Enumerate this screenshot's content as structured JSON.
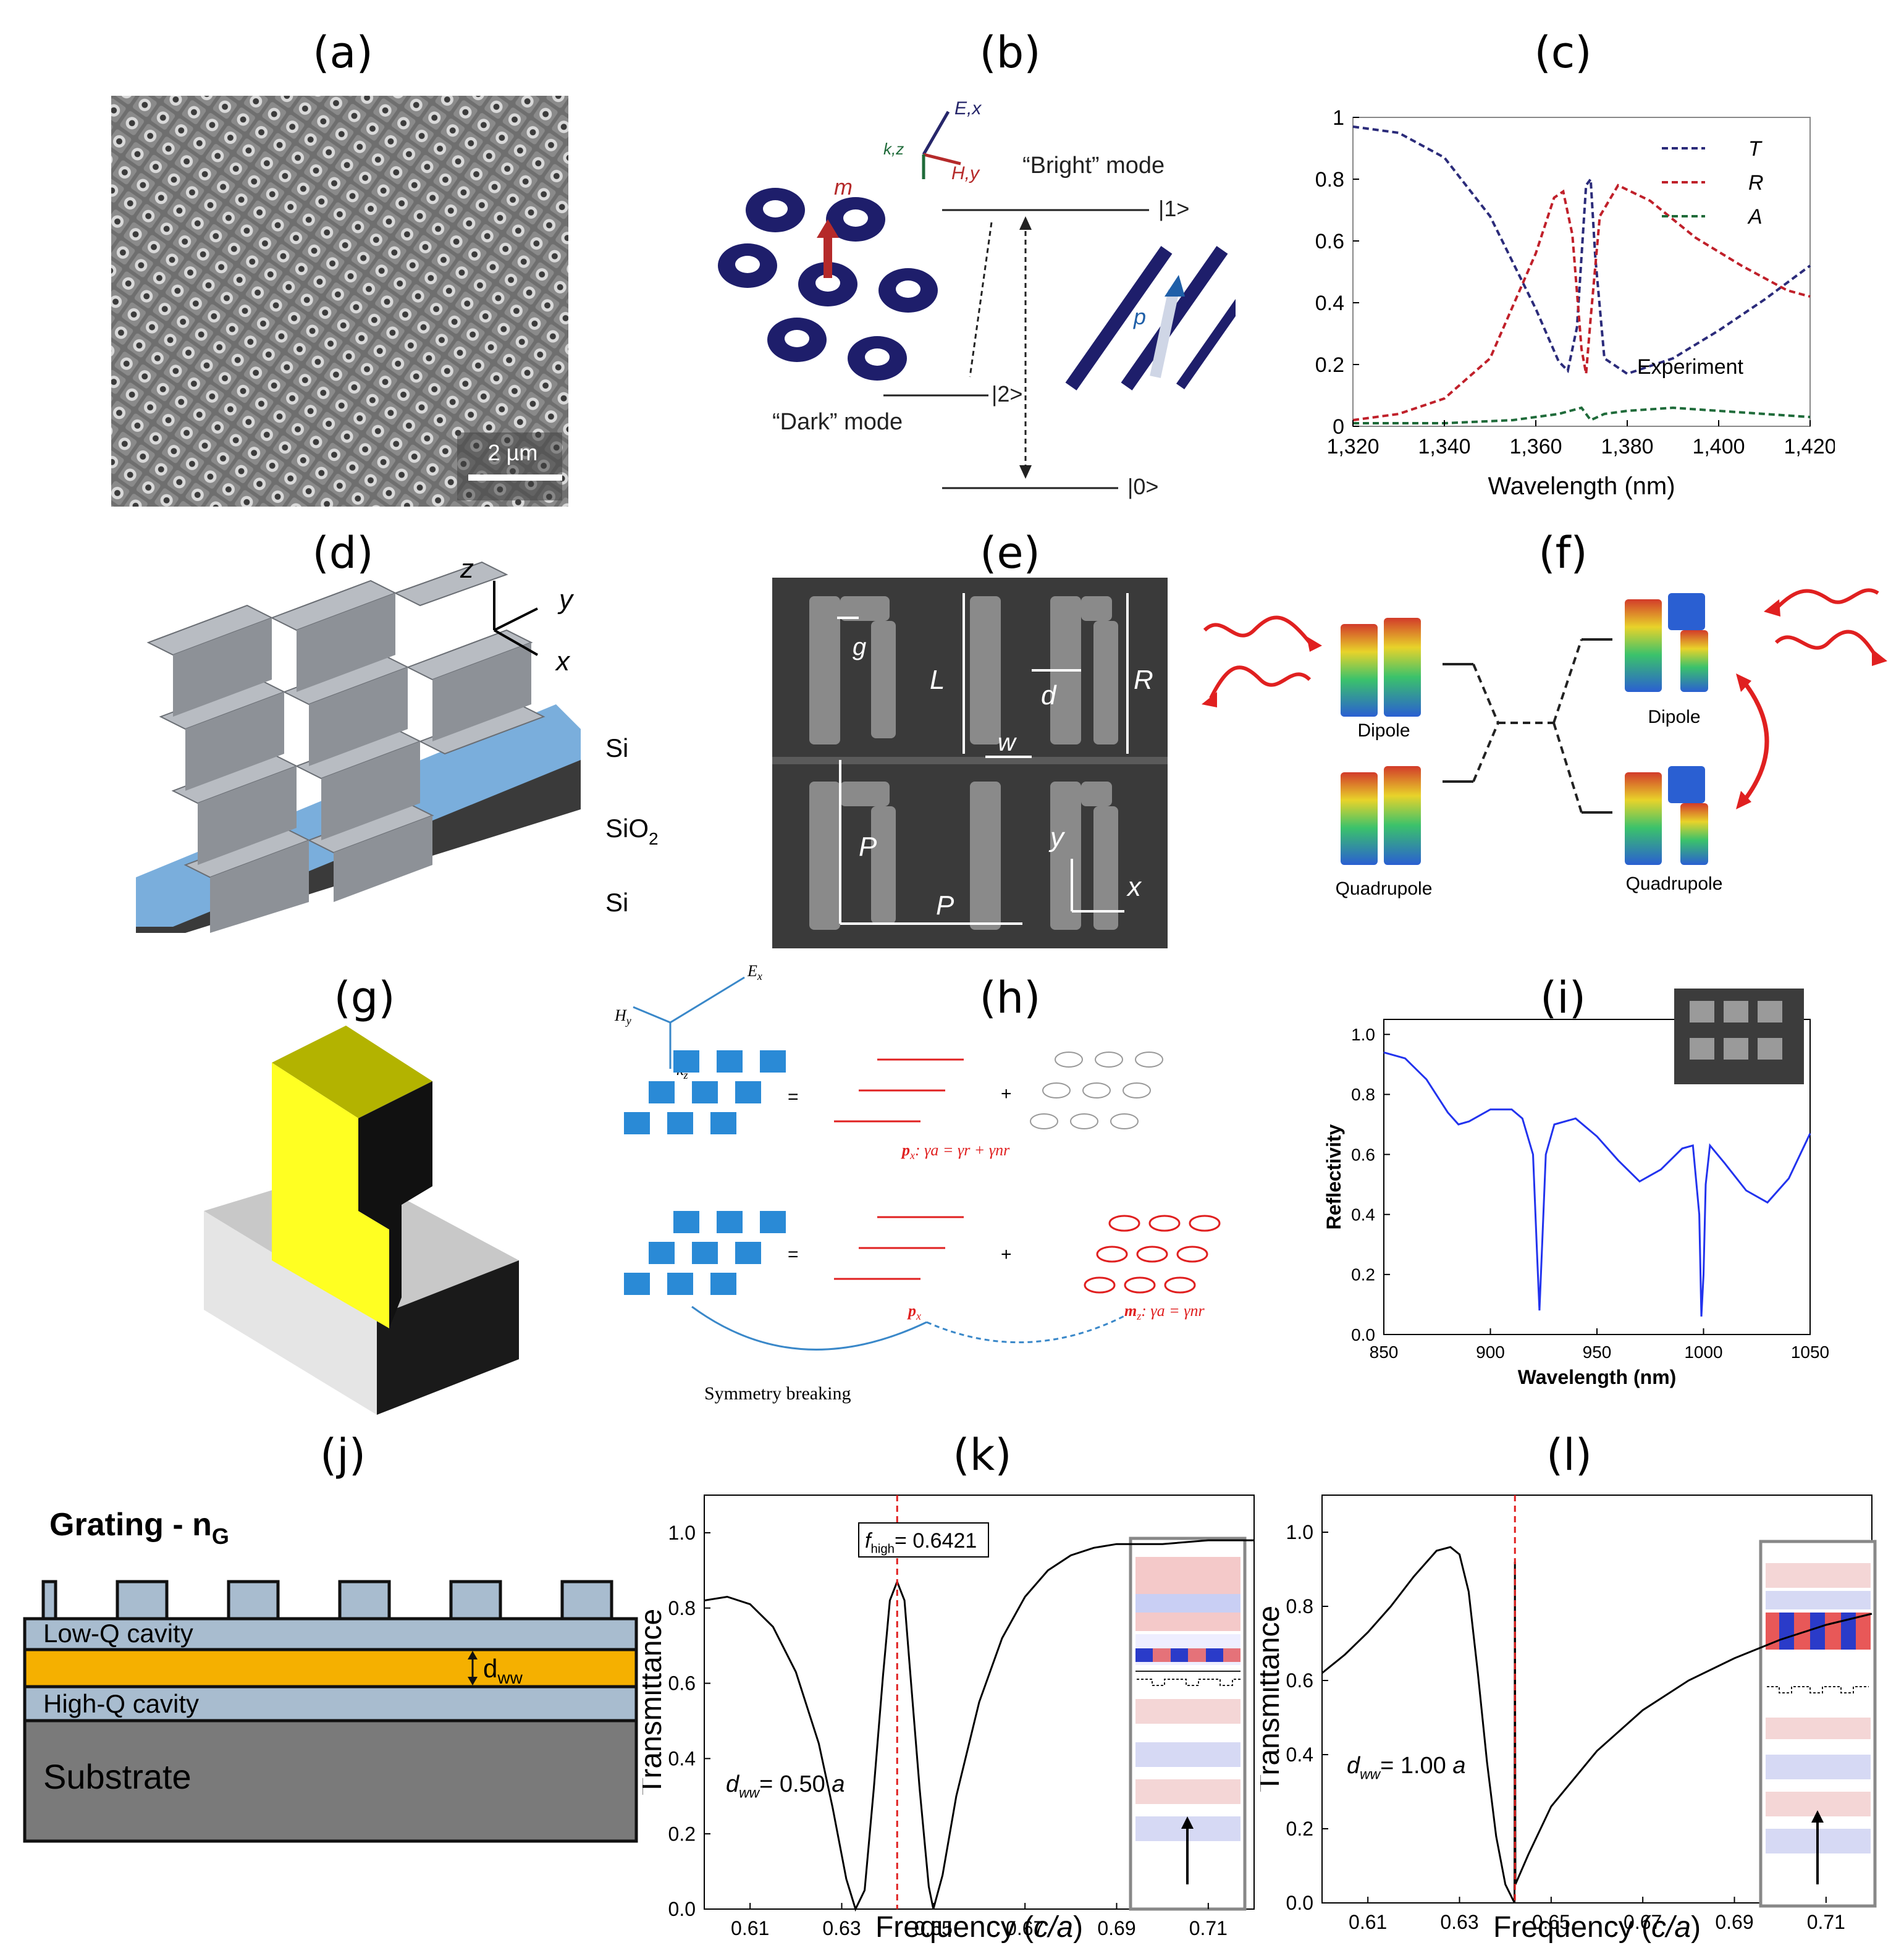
{
  "panel_labels": [
    "(a)",
    "(b)",
    "(c)",
    "(d)",
    "(e)",
    "(f)",
    "(g)",
    "(h)",
    "(i)",
    "(j)",
    "(k)",
    "(l)"
  ],
  "a": {
    "scale_bar": "2 µm"
  },
  "b": {
    "axes": {
      "e": "E,x",
      "h": "H,y",
      "k": "k,z"
    },
    "bright_mode": "“Bright” mode",
    "dark_mode": "“Dark” mode",
    "state_1": "|1>",
    "state_2": "|2>",
    "state_0": "|0>",
    "m": "m",
    "p": "p"
  },
  "c": {
    "legend": [
      "T",
      "R",
      "A"
    ],
    "annotation": "Experiment",
    "y_ticks": [
      "1",
      "0.8",
      "0.6",
      "0.4",
      "0.2",
      "0"
    ],
    "x_ticks": [
      "1,320",
      "1,340",
      "1,360",
      "1,380",
      "1,400",
      "1,420"
    ],
    "xlabel": "Wavelength (nm)"
  },
  "d": {
    "axes": {
      "z": "z",
      "y": "y",
      "x": "x"
    },
    "layers": [
      "Si",
      "SiO",
      "2",
      "Si"
    ]
  },
  "e": {
    "labels": {
      "g": "g",
      "L": "L",
      "d": "d",
      "R": "R",
      "w": "w",
      "P1": "P",
      "P2": "P",
      "y": "y",
      "x": "x"
    }
  },
  "f": {
    "left_top": "Dipole",
    "left_bottom": "Quadrupole",
    "right_top": "Dipole",
    "right_bottom": "Quadrupole"
  },
  "h": {
    "axes": {
      "ex": "E",
      "ex_sub": "x",
      "hy": "H",
      "hy_sub": "y",
      "kz": "k",
      "kz_sub": "z"
    },
    "eq_sign": "=",
    "plus_sign": "+",
    "eq1": "p",
    "eq1_sub": "x",
    "eq1_rest": ": γa = γr + γnr",
    "px": "p",
    "px_sub": "x",
    "mz": "m",
    "mz_sub": "z",
    "mz_rest": ": γa = γnr",
    "symmetry": "Symmetry breaking"
  },
  "i": {
    "ylabel": "Reflectivity",
    "xlabel": "Wavelength (nm)",
    "y_ticks": [
      "1.0",
      "0.8",
      "0.6",
      "0.4",
      "0.2",
      "0.0"
    ],
    "x_ticks": [
      "850",
      "900",
      "950",
      "1000",
      "1050"
    ]
  },
  "j": {
    "grating": "Grating - n",
    "grating_sub": "G",
    "low_q": "Low-Q cavity",
    "dww": "d",
    "dww_sub": "ww",
    "high_q": "High-Q cavity",
    "substrate": "Substrate"
  },
  "k": {
    "ylabel": "Transmittance",
    "xlabel_pre": "Frequency (",
    "xlabel_it": "c/a",
    "xlabel_post": ")",
    "y_ticks": [
      "1.0",
      "0.8",
      "0.6",
      "0.4",
      "0.2",
      "0.0"
    ],
    "x_ticks": [
      "0.61",
      "0.63",
      "0.65",
      "0.67",
      "0.69",
      "0.71"
    ],
    "flabel": "f",
    "flabel_sub": "high",
    "flabel_val": "= 0.6421",
    "dlabel": "d",
    "dlabel_sub": "ww",
    "dlabel_val": "= 0.50 ",
    "dlabel_a": "a"
  },
  "l": {
    "ylabel": "Transmittance",
    "xlabel_pre": "Frequency (",
    "xlabel_it": "c/a",
    "xlabel_post": ")",
    "y_ticks": [
      "1.0",
      "0.8",
      "0.6",
      "0.4",
      "0.2",
      "0.0"
    ],
    "x_ticks": [
      "0.61",
      "0.63",
      "0.65",
      "0.67",
      "0.69",
      "0.71"
    ],
    "dlabel": "d",
    "dlabel_sub": "ww",
    "dlabel_val": "= 1.00 ",
    "dlabel_a": "a"
  },
  "chart_data": [
    {
      "panel": "c",
      "type": "line",
      "xlabel": "Wavelength (nm)",
      "xlim": [
        1320,
        1420
      ],
      "ylim": [
        0,
        1
      ],
      "legend_position": "top-right",
      "series": [
        {
          "name": "T",
          "color": "#2b2b7a",
          "x": [
            1320,
            1330,
            1340,
            1350,
            1360,
            1365,
            1367,
            1369,
            1371,
            1372,
            1373,
            1375,
            1380,
            1390,
            1400,
            1410,
            1420
          ],
          "y": [
            0.97,
            0.95,
            0.87,
            0.68,
            0.38,
            0.21,
            0.18,
            0.32,
            0.78,
            0.8,
            0.55,
            0.22,
            0.17,
            0.22,
            0.31,
            0.41,
            0.52
          ]
        },
        {
          "name": "R",
          "color": "#c0202a",
          "x": [
            1320,
            1330,
            1340,
            1350,
            1360,
            1364,
            1366,
            1368,
            1370,
            1371,
            1372,
            1374,
            1378,
            1385,
            1395,
            1405,
            1415,
            1420
          ],
          "y": [
            0.02,
            0.04,
            0.09,
            0.22,
            0.56,
            0.74,
            0.76,
            0.62,
            0.25,
            0.17,
            0.35,
            0.68,
            0.78,
            0.73,
            0.61,
            0.52,
            0.44,
            0.42
          ]
        },
        {
          "name": "A",
          "color": "#1f6b3a",
          "x": [
            1320,
            1340,
            1355,
            1365,
            1370,
            1372,
            1375,
            1380,
            1390,
            1400,
            1410,
            1420
          ],
          "y": [
            0.01,
            0.01,
            0.02,
            0.04,
            0.06,
            0.02,
            0.04,
            0.05,
            0.06,
            0.05,
            0.04,
            0.03
          ]
        }
      ]
    },
    {
      "panel": "i",
      "type": "line",
      "xlabel": "Wavelength (nm)",
      "ylabel": "Reflectivity",
      "xlim": [
        850,
        1050
      ],
      "ylim": [
        0,
        1.05
      ],
      "series": [
        {
          "color": "#2233ee",
          "x": [
            850,
            860,
            870,
            880,
            885,
            890,
            900,
            910,
            915,
            920,
            922,
            923,
            924,
            926,
            930,
            940,
            950,
            960,
            970,
            980,
            990,
            995,
            998,
            999,
            1000,
            1001,
            1003,
            1010,
            1020,
            1030,
            1040,
            1050
          ],
          "y": [
            0.94,
            0.92,
            0.85,
            0.74,
            0.7,
            0.71,
            0.75,
            0.75,
            0.72,
            0.6,
            0.25,
            0.08,
            0.25,
            0.6,
            0.7,
            0.72,
            0.66,
            0.58,
            0.51,
            0.55,
            0.62,
            0.63,
            0.4,
            0.06,
            0.2,
            0.5,
            0.63,
            0.57,
            0.48,
            0.44,
            0.52,
            0.67
          ]
        }
      ]
    },
    {
      "panel": "k",
      "type": "line",
      "xlabel": "Frequency (c/a)",
      "ylabel": "Transmittance",
      "xlim": [
        0.6,
        0.72
      ],
      "ylim": [
        0,
        1.1
      ],
      "series": [
        {
          "color": "#000000",
          "x": [
            0.6,
            0.605,
            0.61,
            0.615,
            0.62,
            0.625,
            0.628,
            0.631,
            0.633,
            0.635,
            0.637,
            0.639,
            0.6405,
            0.6421,
            0.6437,
            0.645,
            0.647,
            0.649,
            0.65,
            0.652,
            0.655,
            0.66,
            0.665,
            0.67,
            0.675,
            0.68,
            0.685,
            0.69,
            0.7,
            0.71,
            0.72
          ],
          "y": [
            0.82,
            0.83,
            0.81,
            0.75,
            0.63,
            0.44,
            0.27,
            0.08,
            0.0,
            0.05,
            0.32,
            0.62,
            0.82,
            0.87,
            0.82,
            0.62,
            0.32,
            0.06,
            0.0,
            0.09,
            0.3,
            0.55,
            0.72,
            0.83,
            0.9,
            0.94,
            0.96,
            0.97,
            0.97,
            0.98,
            0.98
          ]
        }
      ],
      "markers": [
        {
          "type": "vline",
          "x": 0.6421,
          "style": "dashed",
          "color": "#e02020"
        }
      ]
    },
    {
      "panel": "l",
      "type": "line",
      "xlabel": "Frequency (c/a)",
      "ylabel": "Transmittance",
      "xlim": [
        0.6,
        0.72
      ],
      "ylim": [
        0,
        1.1
      ],
      "series": [
        {
          "color": "#000000",
          "x": [
            0.6,
            0.605,
            0.61,
            0.615,
            0.62,
            0.625,
            0.628,
            0.63,
            0.632,
            0.634,
            0.636,
            0.638,
            0.64,
            0.642,
            0.6421,
            0.6422,
            0.645,
            0.65,
            0.66,
            0.67,
            0.68,
            0.69,
            0.7,
            0.71,
            0.72
          ],
          "y": [
            0.62,
            0.67,
            0.73,
            0.8,
            0.88,
            0.95,
            0.96,
            0.94,
            0.84,
            0.62,
            0.38,
            0.18,
            0.05,
            0.0,
            0.92,
            0.05,
            0.13,
            0.26,
            0.41,
            0.52,
            0.6,
            0.66,
            0.71,
            0.75,
            0.78
          ]
        }
      ],
      "markers": [
        {
          "type": "vline",
          "x": 0.6421,
          "style": "dashed",
          "color": "#e02020"
        }
      ]
    }
  ]
}
